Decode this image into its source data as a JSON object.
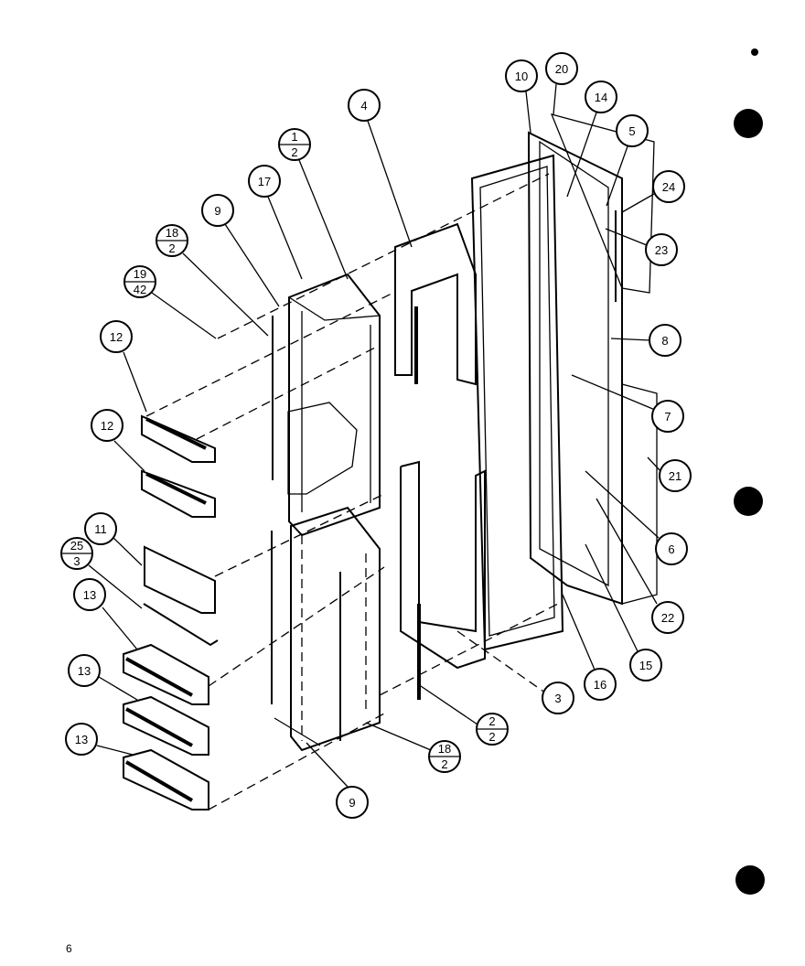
{
  "page_number": "6",
  "callouts": {
    "c1": {
      "top": "1",
      "bottom": "2"
    },
    "c4": "4",
    "c17": "17",
    "c9a": "9",
    "c18a": {
      "top": "18",
      "bottom": "2"
    },
    "c19": {
      "top": "19",
      "bottom": "42"
    },
    "c12a": "12",
    "c12b": "12",
    "c11": "11",
    "c25": {
      "top": "25",
      "bottom": "3"
    },
    "c13a": "13",
    "c13b": "13",
    "c13c": "13",
    "c10": "10",
    "c20": "20",
    "c14": "14",
    "c5": "5",
    "c24": "24",
    "c23": "23",
    "c8": "8",
    "c7": "7",
    "c21": "21",
    "c6": "6",
    "c22": "22",
    "c15": "15",
    "c16": "16",
    "c3": "3",
    "c2": {
      "top": "2",
      "bottom": "2"
    },
    "c18b": {
      "top": "18",
      "bottom": "2"
    },
    "c9b": "9"
  }
}
